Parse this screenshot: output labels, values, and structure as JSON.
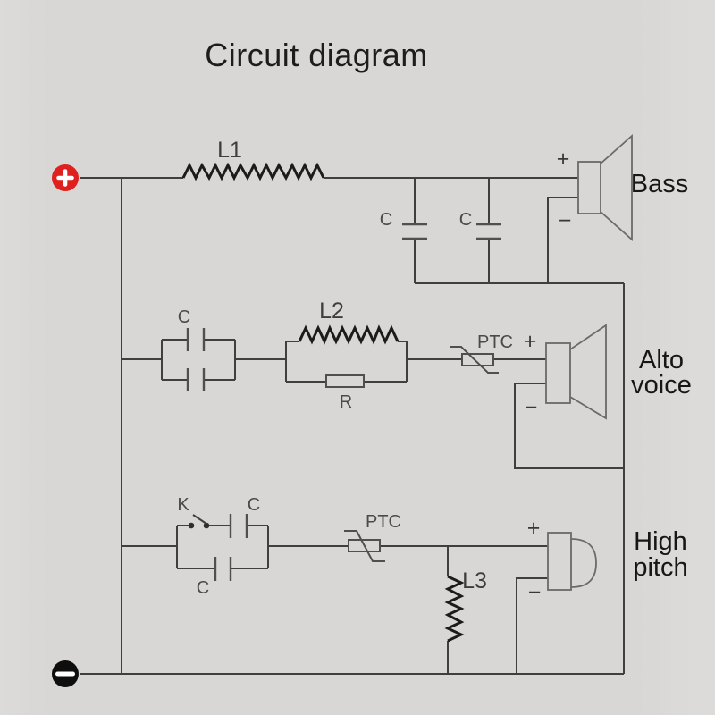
{
  "title": "Circuit diagram",
  "colors": {
    "background": "#d8d7d5",
    "wire": "#3f3f3f",
    "coil": "#1b1b1b",
    "component_outline": "#4f4f4f",
    "speaker_outline": "#6a6a6a",
    "label_text": "#4a4a4a",
    "heading_text": "#1d1d1d",
    "positive_terminal": "#e01f1f",
    "negative_terminal": "#0e0e0e"
  },
  "terminals": {
    "positive": "+",
    "negative": "−"
  },
  "components": {
    "inductor_l1": "L1",
    "bass_capacitor_left": "C",
    "bass_capacitor_right": "C",
    "alto_capacitor": "C",
    "inductor_l2": "L2",
    "resistor": "R",
    "alto_ptc": "PTC",
    "switch": "K",
    "high_capacitor_top": "C",
    "high_capacitor_bottom": "C",
    "high_ptc": "PTC",
    "inductor_l3": "L3"
  },
  "speakers": {
    "bass": {
      "name": "Bass",
      "plus": "+",
      "minus": "−"
    },
    "alto": {
      "name_line1": "Alto",
      "name_line2": "voice",
      "plus": "+",
      "minus": "−"
    },
    "high": {
      "name_line1": "High",
      "name_line2": "pitch",
      "plus": "+",
      "minus": "−"
    }
  }
}
